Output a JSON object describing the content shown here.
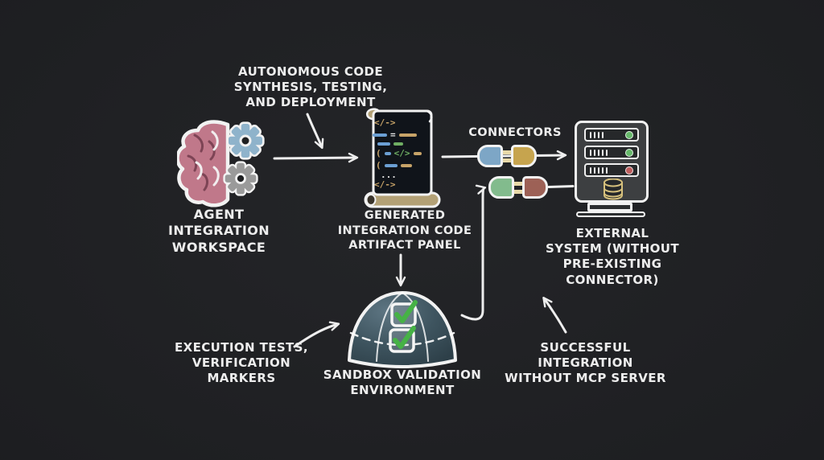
{
  "colors": {
    "bg": "#1d1e21",
    "text": "#ededed",
    "line": "#eeeeee",
    "brain": "#c0788a",
    "brain-dark": "#7d4455",
    "gear-blue": "#8fb3cb",
    "gear-gray": "#9a9a9a",
    "plug-blue": "#7da6c6",
    "plug-gold": "#c6a44e",
    "plug-green": "#82bb8d",
    "plug-red": "#9d6156",
    "prong": "#e8d9a8",
    "scroll-tan": "#b3a176",
    "code-blue": "#6b9fd4",
    "code-green": "#6fae63",
    "code-tan": "#c7a368",
    "dome": "#3e545f",
    "check-green": "#46b246",
    "led-green": "#66b96a",
    "led-red": "#bf5f5f",
    "db-yellow": "#d6c07c"
  },
  "annotations": {
    "autonomous": {
      "lines": [
        "AUTONOMOUS CODE",
        "SYNTHESIS, TESTING,",
        "AND DEPLOYMENT"
      ]
    },
    "execution": {
      "lines": [
        "EXECUTION TESTS,",
        "VERIFICATION",
        "MARKERS"
      ]
    },
    "successful": {
      "lines": [
        "SUCCESSFUL INTEGRATION",
        "WITHOUT MCP SERVER"
      ]
    }
  },
  "nodes": {
    "agent": {
      "lines": [
        "AGENT",
        "INTEGRATION",
        "WORKSPACE"
      ]
    },
    "artifact": {
      "lines": [
        "GENERATED",
        "INTEGRATION CODE",
        "ARTIFACT PANEL"
      ],
      "code": {
        "tag_open": "</->",
        "equals": "=",
        "paren": "(",
        "tag_mid": "</>",
        "dots": "...",
        "tag_close": "</->"
      }
    },
    "connectors": {
      "label": "CONNECTORS"
    },
    "external": {
      "lines": [
        "EXTERNAL",
        "SYSTEM (WITHOUT",
        "PRE-EXISTING",
        "CONNECTOR)"
      ]
    },
    "sandbox": {
      "lines": [
        "SANDBOX VALIDATION",
        "ENVIRONMENT"
      ]
    }
  }
}
